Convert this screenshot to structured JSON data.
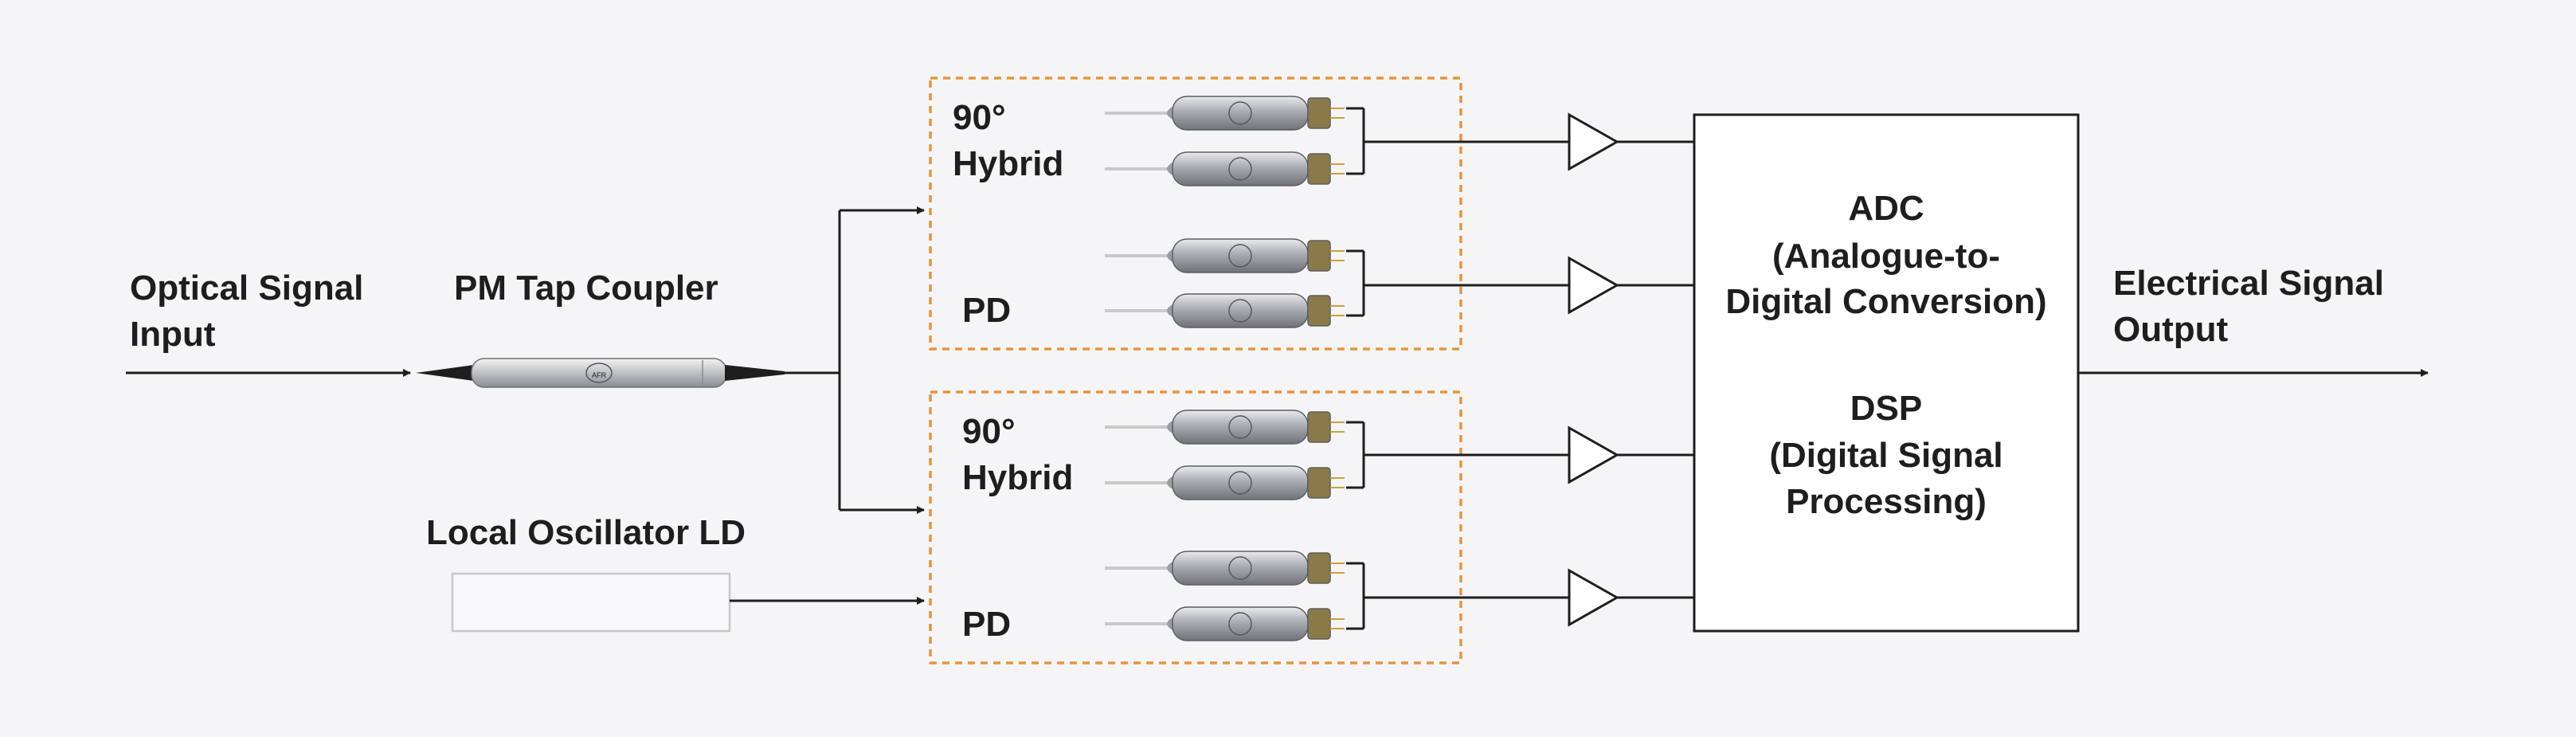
{
  "labels": {
    "optical_input_line1": "Optical Signal",
    "optical_input_line2": "Input",
    "coupler": "PM Tap Coupler",
    "local_oscillator": "Local Oscillator LD",
    "top_hybrid_line1": "90°",
    "top_hybrid_line2": "Hybrid",
    "top_pd": "PD",
    "bottom_hybrid_line1": "90°",
    "bottom_hybrid_line2": "Hybrid",
    "bottom_pd": "PD",
    "adc_line1": "ADC",
    "adc_line2": "(Analogue-to-",
    "adc_line3": "Digital Conversion)",
    "dsp_line1": "DSP",
    "dsp_line2": "(Digital Signal",
    "dsp_line3": "Processing)",
    "output_line1": "Electrical Signal",
    "output_line2": "Output",
    "component_logo": "AFR"
  },
  "colors": {
    "background": "#f5f5f7",
    "line": "#1e1e1e",
    "dashed_box": "#e8943a",
    "component_metal": "#b9bcc0",
    "lead_gold": "#c8a23c"
  }
}
